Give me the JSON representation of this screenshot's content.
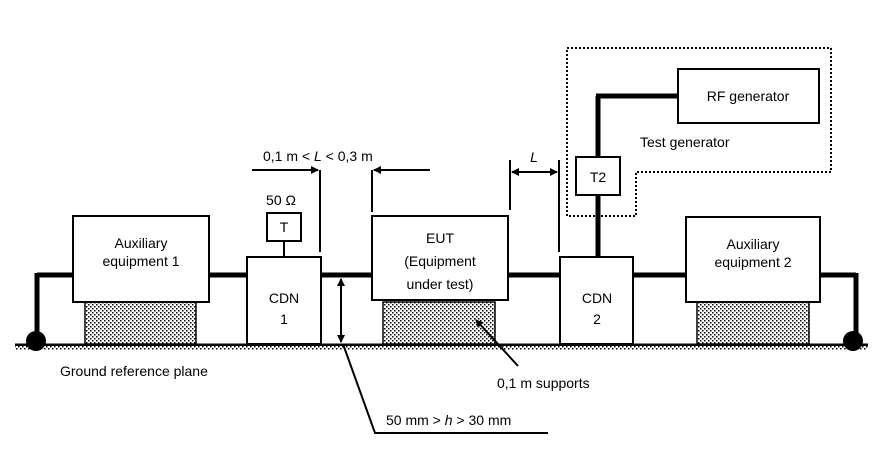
{
  "labels": {
    "aux1_line1": "Auxiliary",
    "aux1_line2": "equipment 1",
    "aux2_line1": "Auxiliary",
    "aux2_line2": "equipment 2",
    "cdn1_line1": "CDN",
    "cdn1_line2": "1",
    "cdn2_line1": "CDN",
    "cdn2_line2": "2",
    "eut_line1": "EUT",
    "eut_line2": "(Equipment",
    "eut_line3": "under test)",
    "term_ohm": "50 Ω",
    "term_t": "T",
    "t2": "T2",
    "rf_generator": "RF generator",
    "test_generator": "Test generator",
    "distance_pre": "0,1 m < ",
    "distance_var": "L",
    "distance_post": " < 0,3 m",
    "gap_l": "L",
    "ground_plane": "Ground reference plane",
    "supports": "0,1 m supports",
    "height_pre": "50 mm > ",
    "height_var": "h",
    "height_post": " > 30 mm"
  }
}
